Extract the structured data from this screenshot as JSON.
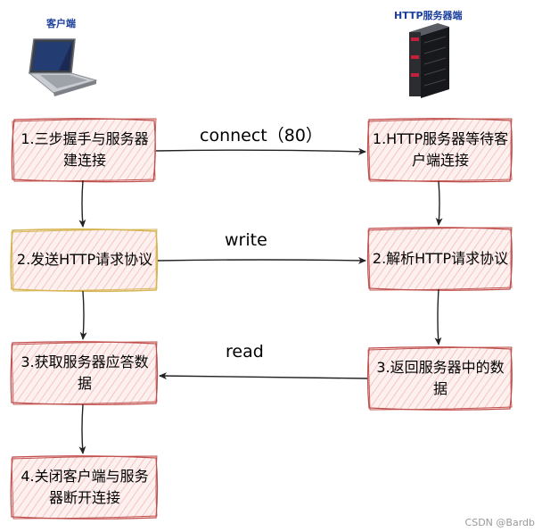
{
  "client": {
    "title": "客户端",
    "icon": "laptop-icon"
  },
  "server": {
    "title": "HTTP服务器端",
    "icon": "server-rack-icon"
  },
  "client_steps": [
    {
      "text": "1.三步握手与服务器建连接"
    },
    {
      "text": "2.发送HTTP请求协议"
    },
    {
      "text": "3.获取服务器应答数据"
    },
    {
      "text": "4.关闭客户端与服务器断开连接"
    }
  ],
  "server_steps": [
    {
      "text": "1.HTTP服务器等待客户端连接"
    },
    {
      "text": "2.解析HTTP请求协议"
    },
    {
      "text": "3.返回服务器中的数据"
    }
  ],
  "messages": [
    {
      "label": "connect（80）"
    },
    {
      "label": "write"
    },
    {
      "label": "read"
    }
  ],
  "colors": {
    "box_fill": "#f8cecc",
    "box_stroke": "#b85450",
    "highlight_fill": "#fff2cc",
    "highlight_stroke": "#d6b656",
    "title": "#1b3f9c"
  },
  "watermark": "CSDN @Bardb"
}
